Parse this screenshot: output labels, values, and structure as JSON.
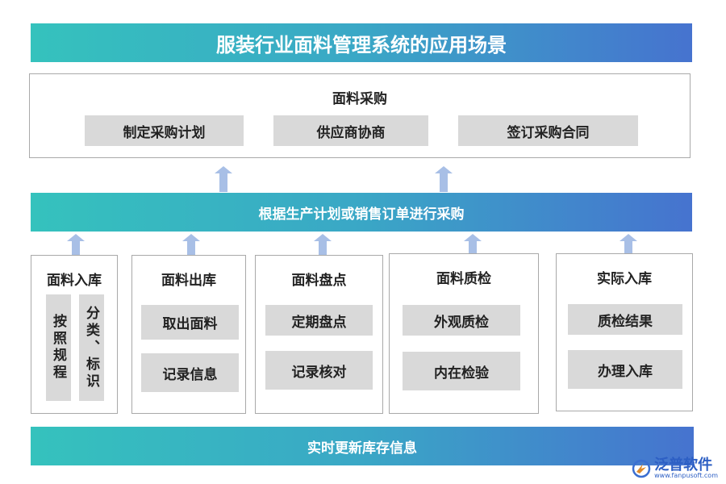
{
  "title": "服装行业面料管理系统的应用场景",
  "purchase": {
    "heading": "面料采购",
    "items": [
      "制定采购计划",
      "供应商协商",
      "签订采购合同"
    ]
  },
  "middle_band": "根据生产计划或销售订单进行采购",
  "columns": [
    {
      "heading": "面料入库",
      "vertical_items": [
        "按照规程",
        "分类、标识"
      ]
    },
    {
      "heading": "面料出库",
      "items": [
        "取出面料",
        "记录信息"
      ]
    },
    {
      "heading": "面料盘点",
      "items": [
        "定期盘点",
        "记录核对"
      ]
    },
    {
      "heading": "面料质检",
      "items": [
        "外观质检",
        "内在检验"
      ]
    },
    {
      "heading": "实际入库",
      "items": [
        "质检结果",
        "办理入库"
      ]
    }
  ],
  "bottom_band": "实时更新库存信息",
  "watermark": {
    "brand": "泛普软件",
    "url": "www.fanpusoft.com"
  },
  "colors": {
    "gradient_start": "#35c2bd",
    "gradient_end": "#4673cf",
    "arrow": "#a8bfe6",
    "item_bg": "#d9d9d9"
  }
}
